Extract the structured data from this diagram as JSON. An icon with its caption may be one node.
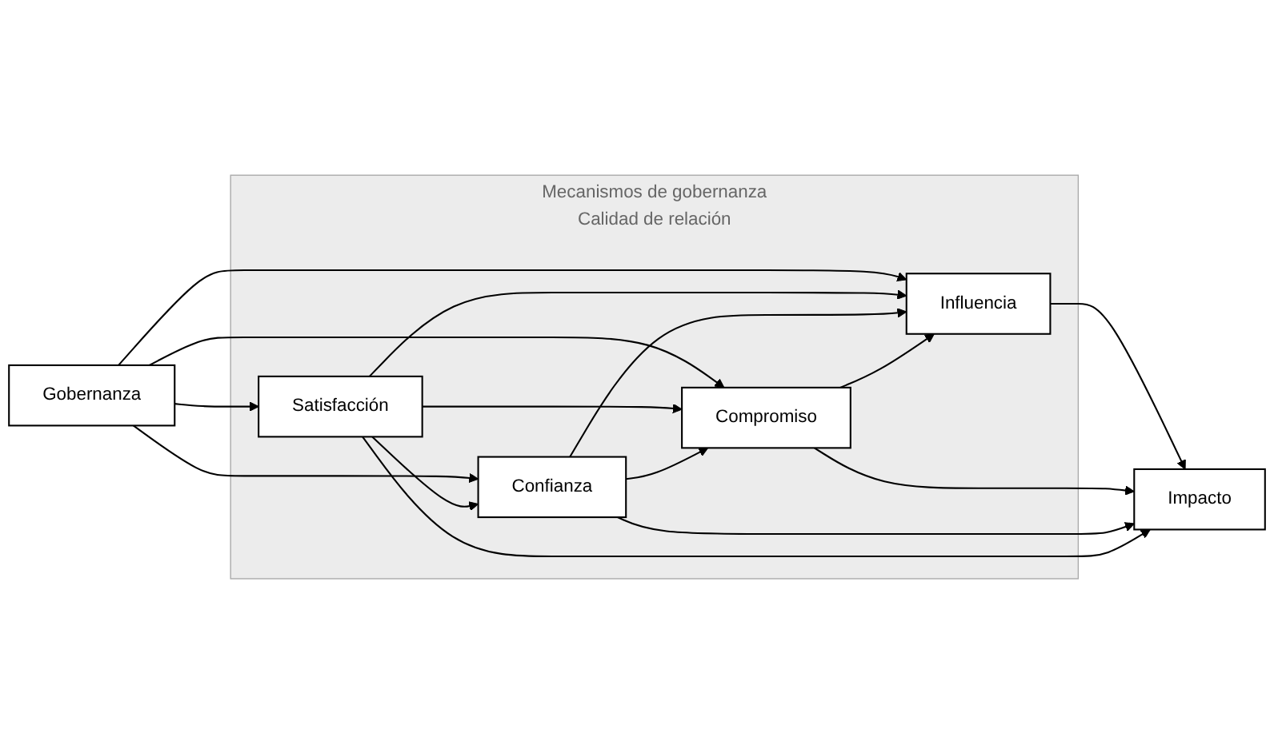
{
  "diagram": {
    "nodes": [
      {
        "text": [
          "Gobernanza"
        ]
      },
      {
        "text": [
          "Mecanismos de gobernanza",
          "Calidad de relación"
        ]
      },
      {
        "text": [
          "Influencia"
        ],
        "in": 1
      },
      {
        "text": [
          "Compromiso"
        ],
        "in": 1
      },
      {
        "text": [
          "Confianza"
        ],
        "in": 1
      },
      {
        "text": [
          "Satisfacción"
        ],
        "in": 1
      },
      {
        "text": [
          "Impacto"
        ]
      }
    ],
    "edges": [
      {
        "from": 0,
        "to": 2,
        "arrow": "to"
      },
      {
        "from": 0,
        "to": 3,
        "arrow": "to"
      },
      {
        "from": 0,
        "to": 4,
        "arrow": "to"
      },
      {
        "from": 0,
        "to": 5,
        "arrow": "to"
      },
      {
        "from": 2,
        "to": 6,
        "arrow": "to"
      },
      {
        "from": 3,
        "to": 6,
        "arrow": "to"
      },
      {
        "from": 4,
        "to": 6,
        "arrow": "to"
      },
      {
        "from": 5,
        "to": 6,
        "arrow": "to"
      },
      {
        "from": 5,
        "to": 2,
        "arrow": "to"
      },
      {
        "from": 4,
        "to": 2,
        "arrow": "to"
      },
      {
        "from": 3,
        "to": 2,
        "arrow": "to"
      },
      {
        "from": 5,
        "to": 3,
        "arrow": "to"
      },
      {
        "from": 4,
        "to": 3,
        "arrow": "to"
      },
      {
        "from": 5,
        "to": 4,
        "arrow": "to"
      }
    ]
  }
}
